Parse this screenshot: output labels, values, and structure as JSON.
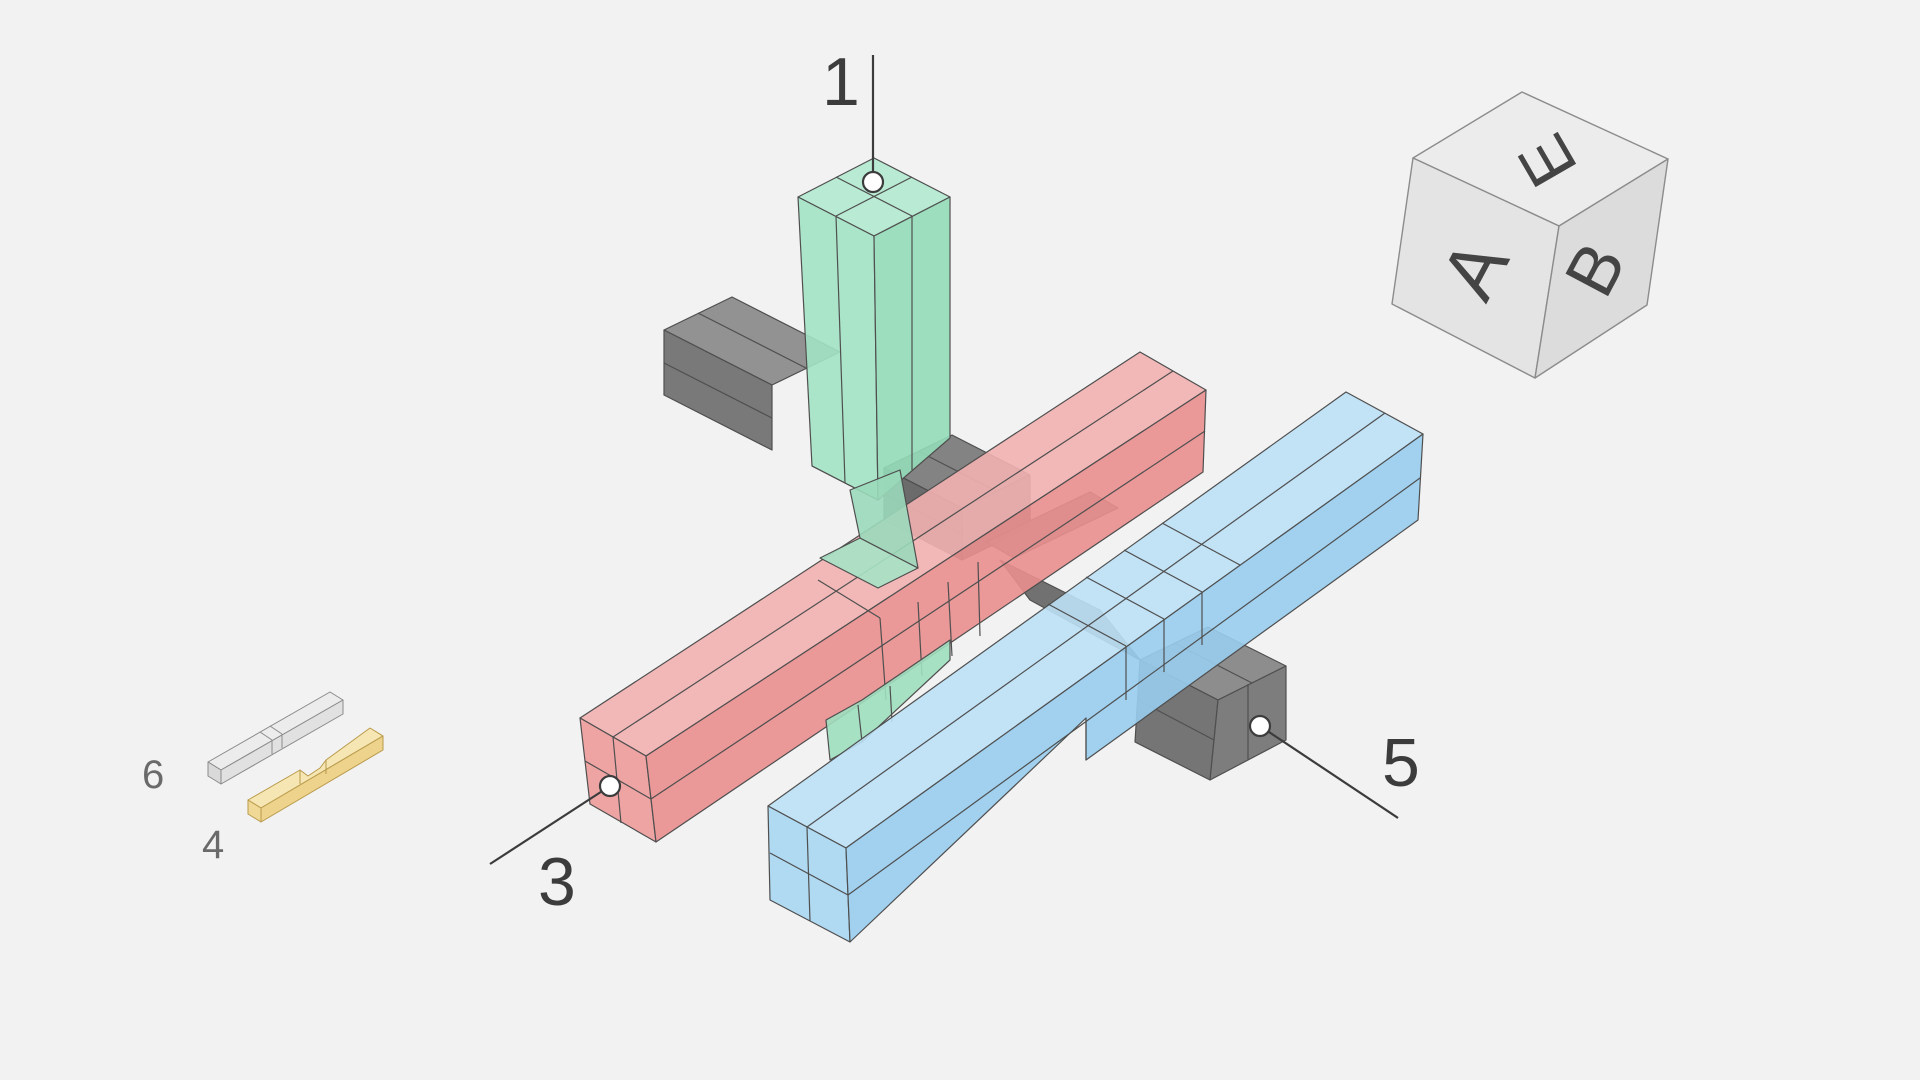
{
  "viewport": {
    "background": "#f2f2f2"
  },
  "colors": {
    "piece_1": "#9fe0bf",
    "piece_3": "#ef9f9f",
    "piece_5": "#a8d6f2",
    "piece_dark": "#6f6f6f",
    "piece_6": "#e3e3e3",
    "piece_4": "#f3dfa0",
    "edge": "#4f4f4f",
    "leader": "#3c3c3c"
  },
  "callouts": [
    {
      "id": "1",
      "label": "1"
    },
    {
      "id": "3",
      "label": "3"
    },
    {
      "id": "5",
      "label": "5"
    }
  ],
  "tray": [
    {
      "id": "6",
      "label": "6",
      "icon": "gray-piece-icon"
    },
    {
      "id": "4",
      "label": "4",
      "icon": "yellow-piece-icon"
    }
  ],
  "view_cube": {
    "top": "E",
    "front": "A",
    "right": "B"
  }
}
